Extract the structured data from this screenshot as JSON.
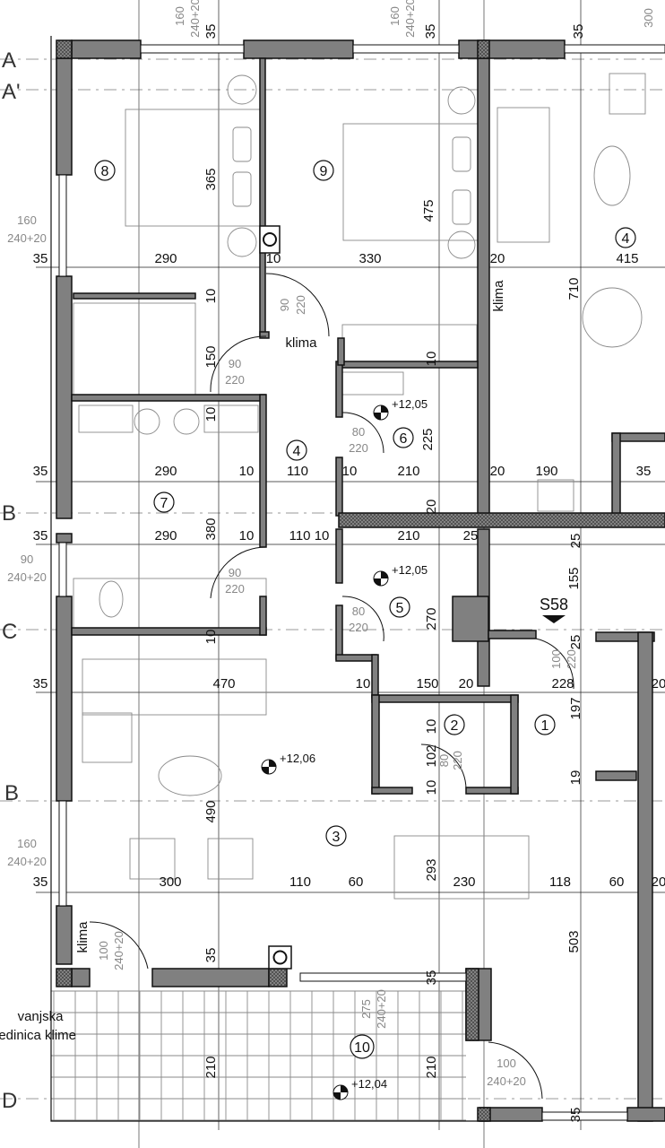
{
  "axes": [
    "A",
    "A'",
    "B",
    "C",
    "B",
    "D"
  ],
  "rooms": [
    "8",
    "9",
    "4",
    "4",
    "7",
    "6",
    "5",
    "3",
    "2",
    "1",
    "10"
  ],
  "elevations": [
    "+12,05",
    "+12,05",
    "+12,06",
    "+12,04"
  ],
  "section_mark": "S58",
  "notes": {
    "klima": "klima",
    "outdoor_unit_line1": "vanjska",
    "outdoor_unit_line2": "jedinica klime"
  },
  "dims": [
    "160",
    "240+20",
    "35",
    "160",
    "240+20",
    "35",
    "35",
    "300",
    "160",
    "240+20",
    "35",
    "290",
    "10",
    "330",
    "20",
    "415",
    "365",
    "475",
    "710",
    "10",
    "150",
    "10",
    "10",
    "225",
    "35",
    "290",
    "10",
    "110",
    "10",
    "210",
    "20",
    "190",
    "35",
    "20",
    "380",
    "35",
    "290",
    "10",
    "110 10",
    "210",
    "25",
    "25",
    "90",
    "240+20",
    "155",
    "270",
    "10",
    "25",
    "35",
    "470",
    "10",
    "150",
    "20",
    "228",
    "20",
    "197",
    "10",
    "102",
    "10",
    "19",
    "490",
    "160",
    "240+20",
    "293",
    "35",
    "300",
    "110",
    "60",
    "230",
    "118",
    "60",
    "20",
    "503",
    "35",
    "35",
    "210",
    "210",
    "35"
  ],
  "doors": [
    "90",
    "220",
    "90",
    "220",
    "80",
    "220",
    "90",
    "220",
    "80",
    "220",
    "100",
    "220",
    "80",
    "220",
    "100",
    "240+20",
    "275",
    "240+20",
    "100",
    "240+20"
  ],
  "colors": {
    "wall": "#808080",
    "line": "#111111",
    "furniture": "#8a8a8a"
  }
}
